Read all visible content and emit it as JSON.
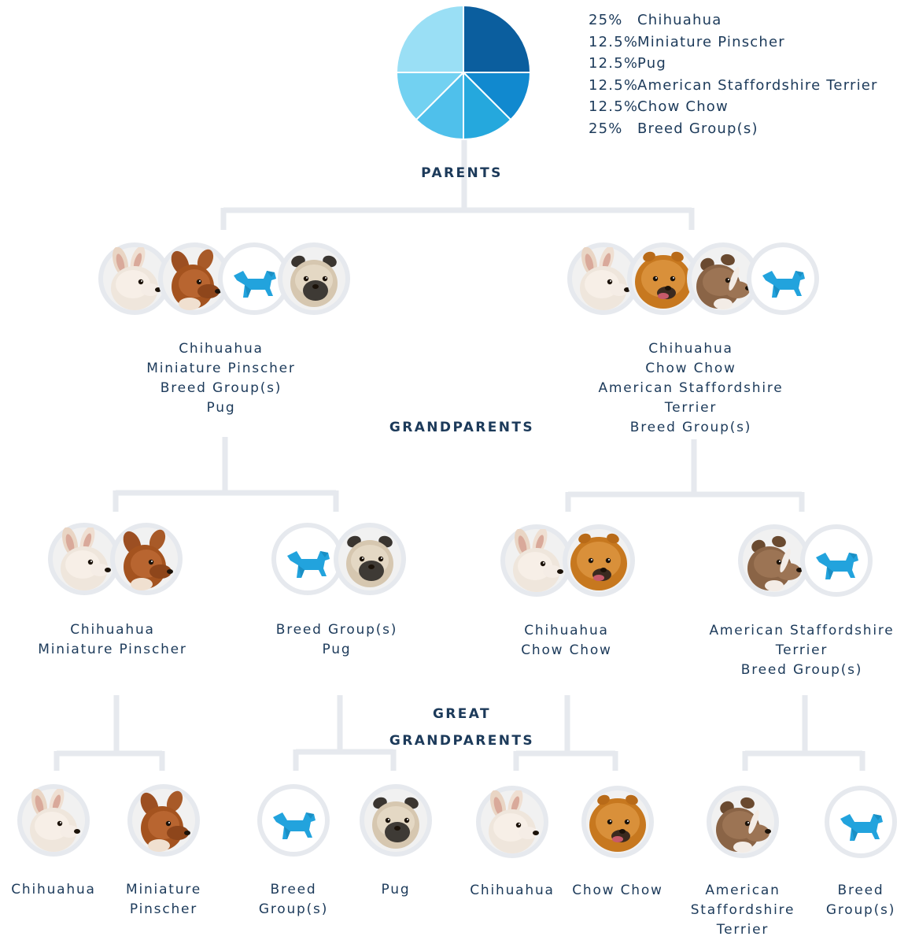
{
  "chart_data": {
    "type": "pie",
    "slices": [
      {
        "label": "Chihuahua",
        "value": 25,
        "pct_text": "25%",
        "color": "#0b5e9e"
      },
      {
        "label": "Miniature Pinscher",
        "value": 12.5,
        "pct_text": "12.5%",
        "color": "#1189cf"
      },
      {
        "label": "Pug",
        "value": 12.5,
        "pct_text": "12.5%",
        "color": "#25a8dd"
      },
      {
        "label": "American Staffordshire Terrier",
        "value": 12.5,
        "pct_text": "12.5%",
        "color": "#4fc0eb"
      },
      {
        "label": "Chow Chow",
        "value": 12.5,
        "pct_text": "12.5%",
        "color": "#72d1f1"
      },
      {
        "label": "Breed Group(s)",
        "value": 25,
        "pct_text": "25%",
        "color": "#9adff5"
      }
    ]
  },
  "sections": {
    "parents": "PARENTS",
    "grandparents": "GRANDPARENTS",
    "great_grandparents_line1": "GREAT",
    "great_grandparents_line2": "GRANDPARENTS"
  },
  "parents": [
    {
      "lines": [
        "Chihuahua",
        "Miniature Pinscher",
        "Breed Group(s)",
        "Pug"
      ],
      "icons": [
        "chihuahua-icon",
        "miniature-pinscher-icon",
        "breed-group-icon",
        "pug-icon"
      ]
    },
    {
      "lines": [
        "Chihuahua",
        "Chow Chow",
        "American Staffordshire",
        "Terrier",
        "Breed Group(s)"
      ],
      "icons": [
        "chihuahua-icon",
        "chow-chow-icon",
        "american-staffordshire-terrier-icon",
        "breed-group-icon"
      ]
    }
  ],
  "grandparents": [
    {
      "lines": [
        "Chihuahua",
        "Miniature Pinscher"
      ],
      "icons": [
        "chihuahua-icon",
        "miniature-pinscher-icon"
      ]
    },
    {
      "lines": [
        "Breed Group(s)",
        "Pug"
      ],
      "icons": [
        "breed-group-icon",
        "pug-icon"
      ]
    },
    {
      "lines": [
        "Chihuahua",
        "Chow Chow"
      ],
      "icons": [
        "chihuahua-icon",
        "chow-chow-icon"
      ]
    },
    {
      "lines": [
        "American Staffordshire",
        "Terrier",
        "Breed Group(s)"
      ],
      "icons": [
        "american-staffordshire-terrier-icon",
        "breed-group-icon"
      ]
    }
  ],
  "great_grandparents": [
    {
      "lines": [
        "Chihuahua"
      ],
      "icon": "chihuahua-icon"
    },
    {
      "lines": [
        "Miniature",
        "Pinscher"
      ],
      "icon": "miniature-pinscher-icon"
    },
    {
      "lines": [
        "Breed",
        "Group(s)"
      ],
      "icon": "breed-group-icon"
    },
    {
      "lines": [
        "Pug"
      ],
      "icon": "pug-icon"
    },
    {
      "lines": [
        "Chihuahua"
      ],
      "icon": "chihuahua-icon"
    },
    {
      "lines": [
        "Chow Chow"
      ],
      "icon": "chow-chow-icon"
    },
    {
      "lines": [
        "American",
        "Staffordshire",
        "Terrier"
      ],
      "icon": "american-staffordshire-terrier-icon"
    },
    {
      "lines": [
        "Breed",
        "Group(s)"
      ],
      "icon": "breed-group-icon"
    }
  ]
}
